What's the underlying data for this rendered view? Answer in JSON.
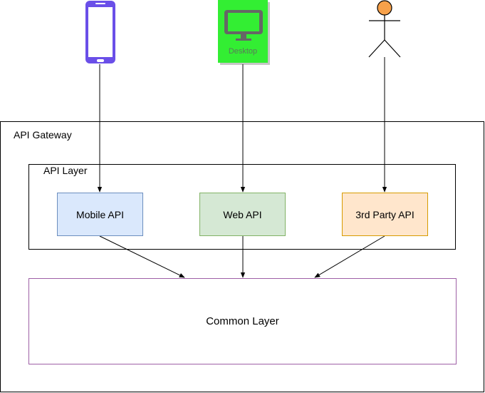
{
  "actors": {
    "mobile": {
      "icon": "smartphone-icon",
      "color": "#6a4fe8"
    },
    "desktop": {
      "icon": "desktop-monitor-icon",
      "label": "Desktop",
      "color": "#33ee33"
    },
    "third_party": {
      "icon": "stick-figure-user-icon",
      "head_color": "#f7a14a"
    }
  },
  "gateway": {
    "title": "API Gateway"
  },
  "api_layer": {
    "title": "API Layer",
    "services": [
      {
        "label": "Mobile API",
        "fill": "#dae8fc",
        "stroke": "#6c8ebf"
      },
      {
        "label": "Web API",
        "fill": "#d5e8d4",
        "stroke": "#82b366"
      },
      {
        "label": "3rd Party API",
        "fill": "#ffe6cc",
        "stroke": "#d79b00"
      }
    ]
  },
  "common_layer": {
    "title": "Common Layer",
    "stroke": "#9e5fa6"
  }
}
